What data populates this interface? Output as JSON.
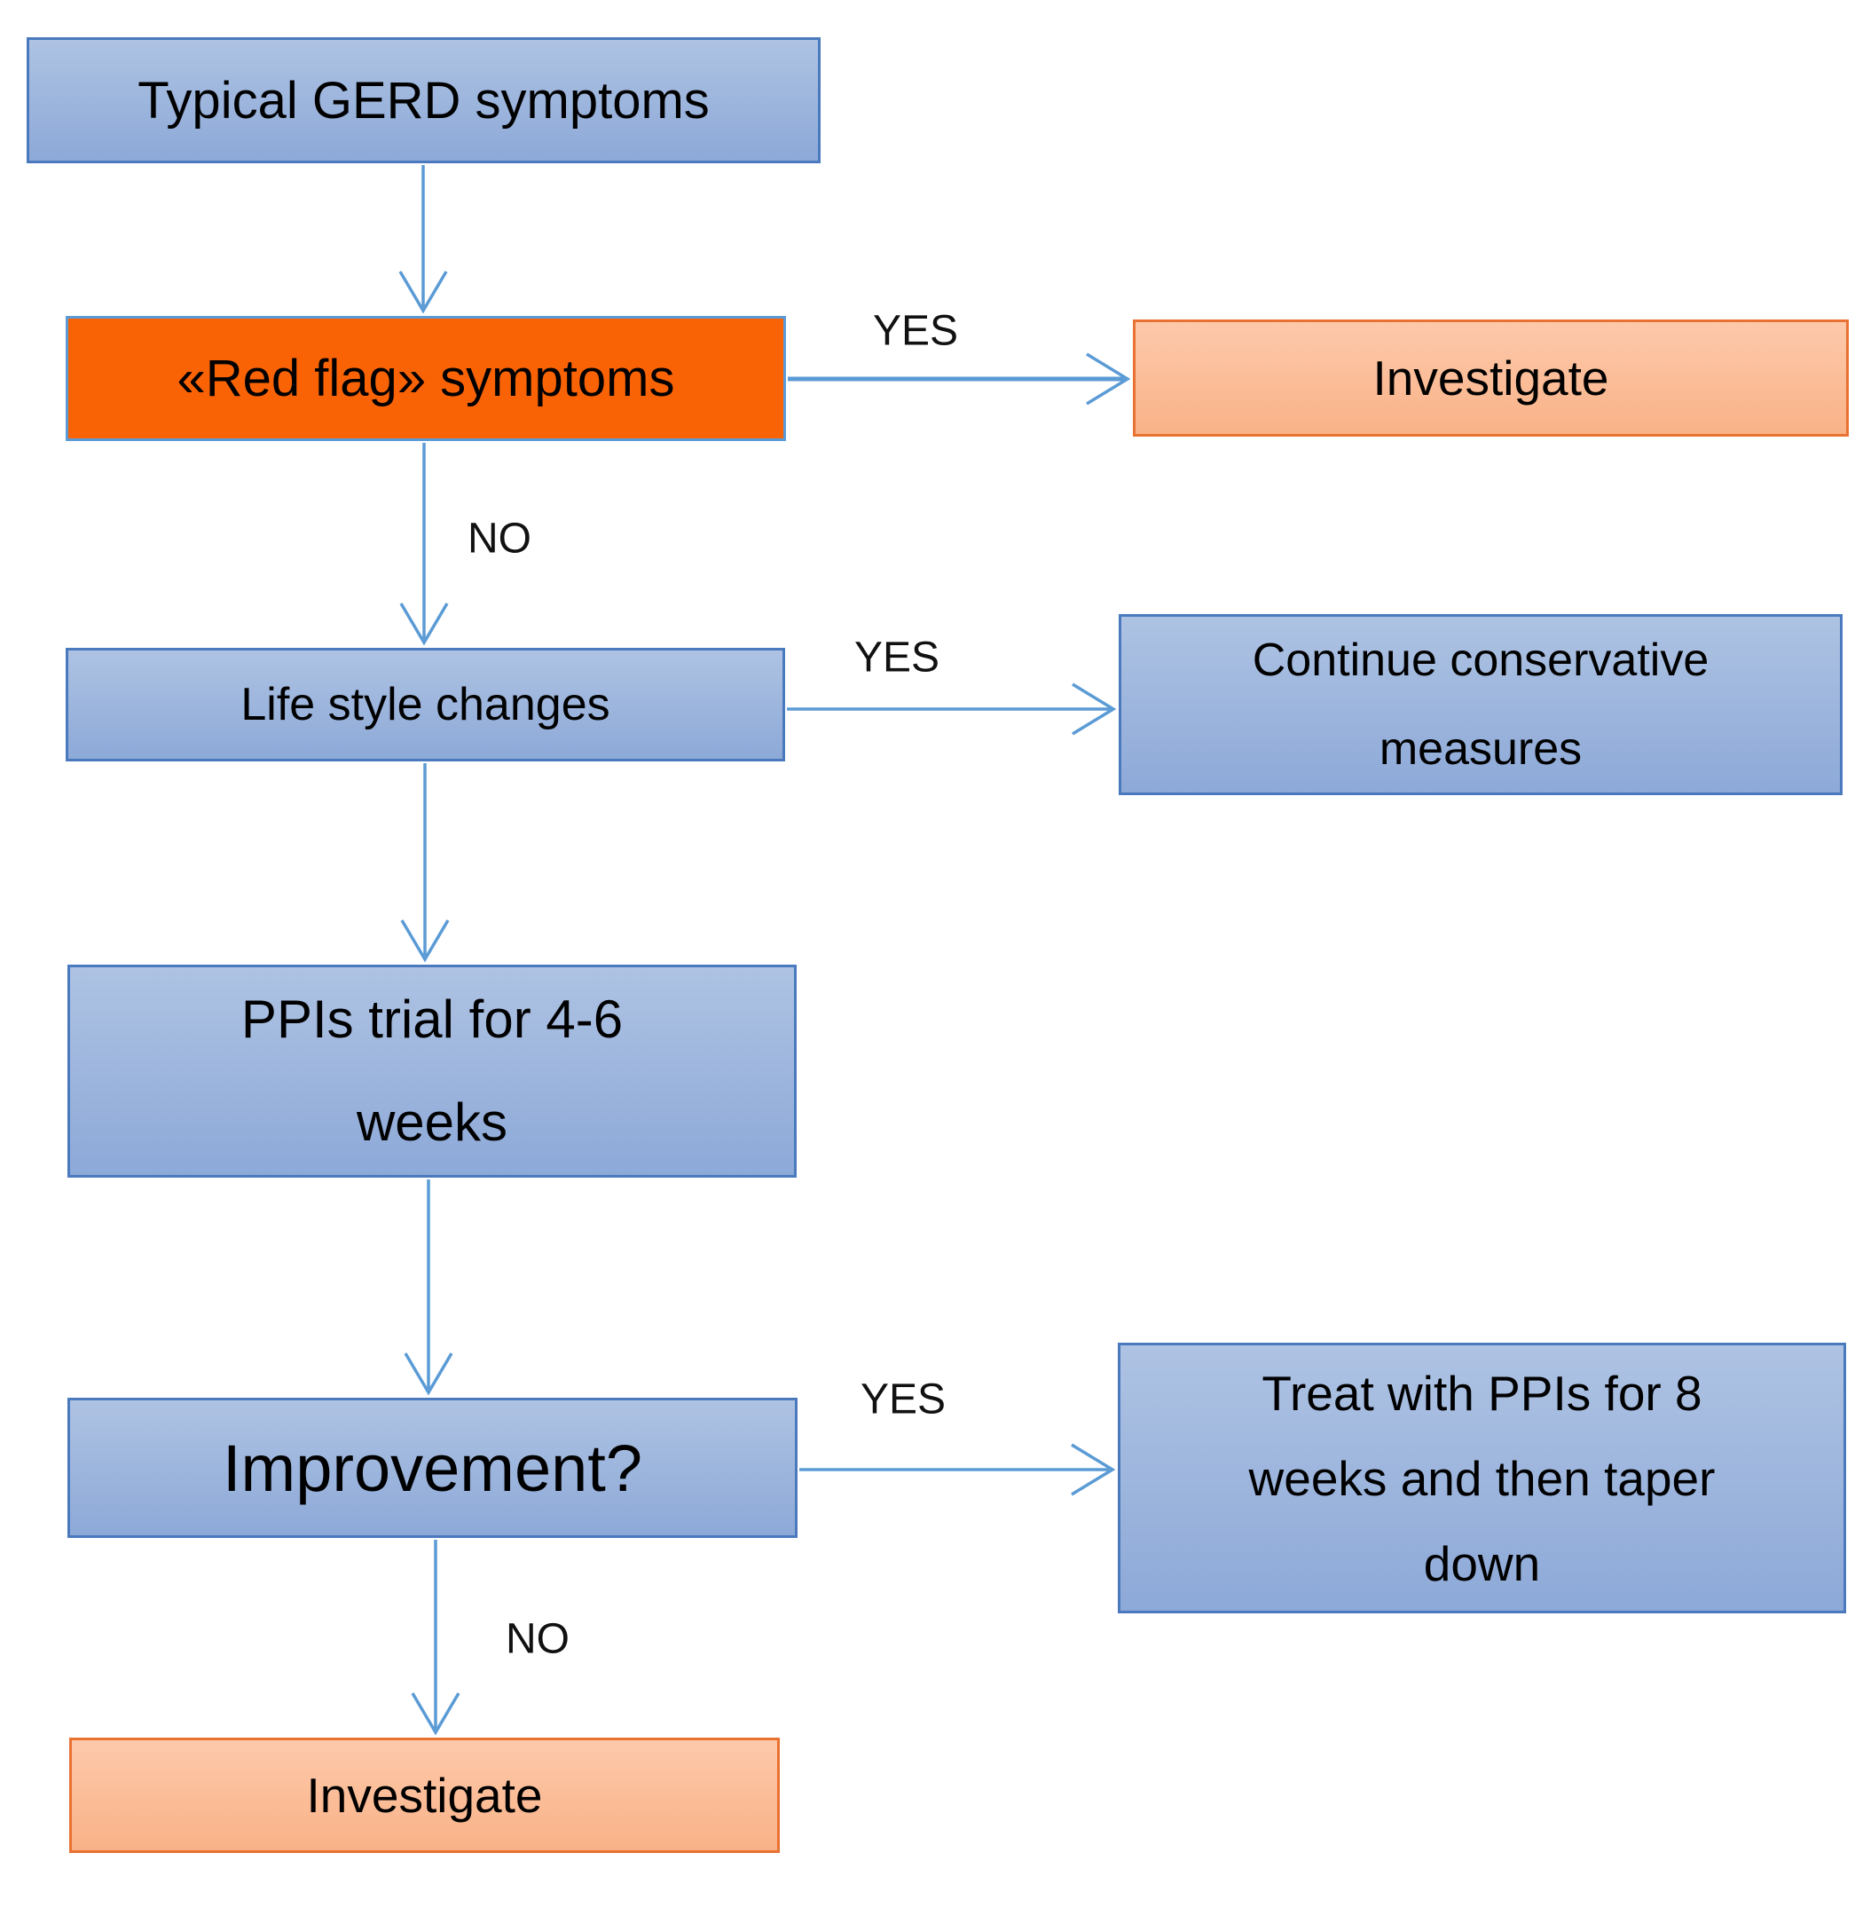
{
  "diagram": {
    "nodes": {
      "typical_gerd": {
        "label": "Typical GERD symptoms"
      },
      "red_flag": {
        "label": "«Red flag» symptoms"
      },
      "investigate_top": {
        "label": "Investigate"
      },
      "lifestyle": {
        "label": "Life style changes"
      },
      "continue_conservative": {
        "lines": [
          "Continue conservative",
          "measures"
        ]
      },
      "ppi_trial": {
        "lines": [
          "PPIs trial for 4-6",
          "weeks"
        ]
      },
      "improvement": {
        "label": "Improvement?"
      },
      "treat_ppis": {
        "lines": [
          "Treat with PPIs for 8",
          "weeks and then taper",
          "down"
        ]
      },
      "investigate_bottom": {
        "label": "Investigate"
      }
    },
    "edge_labels": {
      "red_flag_yes": "YES",
      "red_flag_no": "NO",
      "lifestyle_yes": "YES",
      "improvement_yes": "YES",
      "improvement_no": "NO"
    }
  },
  "colors": {
    "blue_box_top": "#aec3e3",
    "blue_box_bottom": "#8da9d8",
    "blue_box_border": "#4a7abd",
    "orange_box_fill": "#fa6305",
    "orange_box_border": "#5b9bd5",
    "peach_box_top": "#fdc9ab",
    "peach_box_bottom": "#f9b287",
    "peach_box_border": "#e97132",
    "arrow_color": "#5b9bd5",
    "text_color": "#000000"
  }
}
